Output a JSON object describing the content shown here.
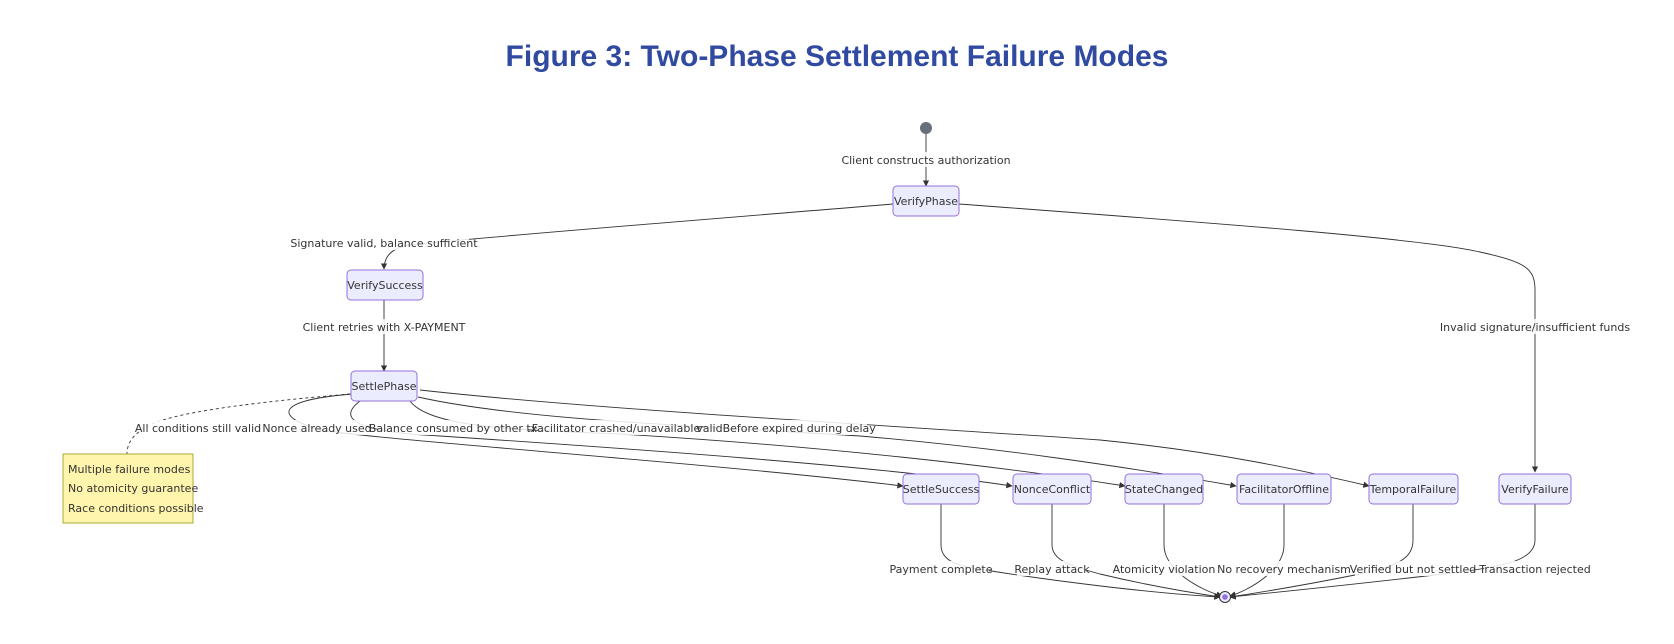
{
  "title": "Figure 3: Two-Phase Settlement Failure Modes",
  "states": {
    "verify_phase": "VerifyPhase",
    "verify_success": "VerifySuccess",
    "settle_phase": "SettlePhase",
    "settle_success": "SettleSuccess",
    "nonce_conflict": "NonceConflict",
    "state_changed": "StateChanged",
    "facilitator_offline": "FacilitatorOffline",
    "temporal_failure": "TemporalFailure",
    "verify_failure": "VerifyFailure"
  },
  "transitions": {
    "start_to_verify": "Client constructs authorization",
    "verify_to_success": "Signature valid, balance sufficient",
    "verify_to_failure": "Invalid signature/insufficient funds",
    "success_to_settle": "Client retries with X-PAYMENT",
    "settle_to_settle_success": "All conditions still valid",
    "settle_to_nonce_conflict": "Nonce already used",
    "settle_to_state_changed": "Balance consumed by other tx",
    "settle_to_facilitator_offline": "Facilitator crashed/unavailable",
    "settle_to_temporal_failure": "validBefore expired during delay",
    "settle_success_end": "Payment complete",
    "nonce_conflict_end": "Replay attack",
    "state_changed_end": "Atomicity violation",
    "facilitator_offline_end": "No recovery mechanism",
    "temporal_failure_end": "Verified but not settled",
    "verify_failure_end": "Transaction rejected"
  },
  "note": {
    "lines": [
      "Multiple failure modes",
      "No atomicity guarantee",
      "Race conditions possible"
    ]
  }
}
